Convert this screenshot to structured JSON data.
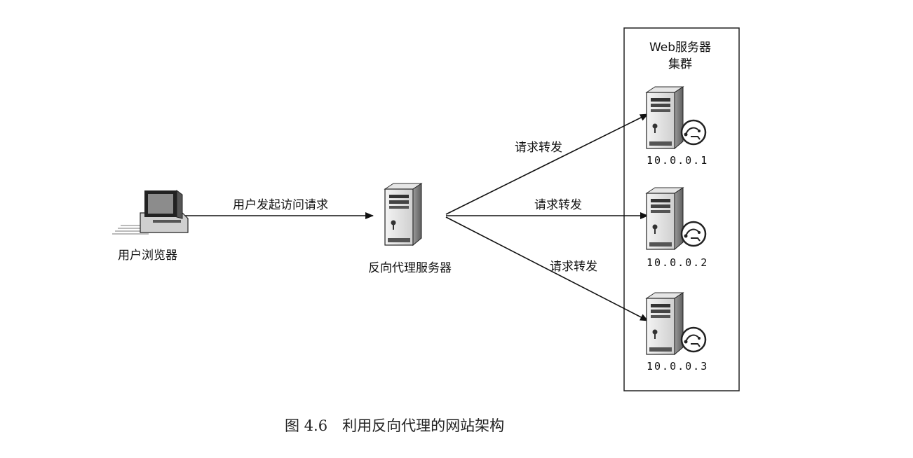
{
  "client": {
    "label": "用户浏览器",
    "icon": "computer-icon"
  },
  "proxy": {
    "label": "反向代理服务器",
    "icon": "server-icon"
  },
  "request_edge": {
    "label": "用户发起访问请求"
  },
  "cluster": {
    "title_line1": "Web服务器",
    "title_line2": "集群",
    "servers": [
      {
        "ip": "10.0.0.1",
        "edge_label": "请求转发"
      },
      {
        "ip": "10.0.0.2",
        "edge_label": "请求转发"
      },
      {
        "ip": "10.0.0.3",
        "edge_label": "请求转发"
      }
    ]
  },
  "caption": "图 4.6　利用反向代理的网站架构"
}
